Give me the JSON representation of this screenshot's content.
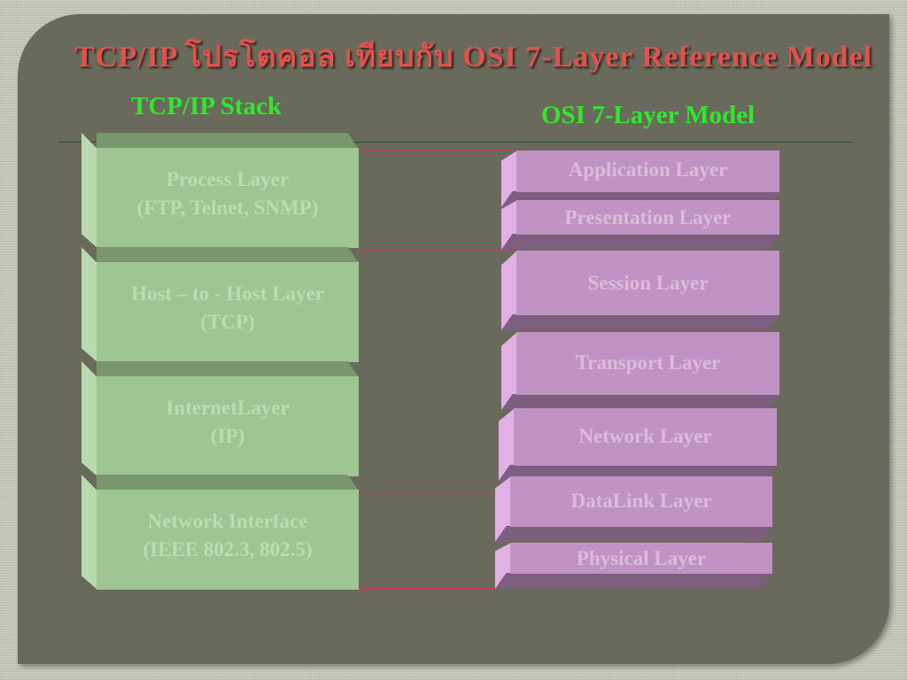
{
  "title": "TCP/IP โปรโตคอล เทียบกับ OSI 7-Layer Reference Model",
  "tcp_heading": "TCP/IP Stack",
  "osi_heading": "OSI 7-Layer Model",
  "tcp_layers": [
    {
      "name": "Process Layer",
      "detail": "(FTP, Telnet, SNMP)"
    },
    {
      "name": "Host – to - Host Layer",
      "detail": "(TCP)"
    },
    {
      "name": "InternetLayer",
      "detail": "(IP)"
    },
    {
      "name": "Network Interface",
      "detail": "(IEEE 802.3, 802.5)"
    }
  ],
  "osi_layers": [
    "Application Layer",
    "Presentation Layer",
    "Session Layer",
    "Transport Layer",
    "Network Layer",
    "DataLink Layer",
    "Physical Layer"
  ],
  "colors": {
    "title": "#e0524c",
    "heading": "#2fe82b",
    "tcp_box": "#9fc593",
    "osi_box": "#c193c5",
    "connector": "#d2395a",
    "panel": "#696a5b"
  }
}
